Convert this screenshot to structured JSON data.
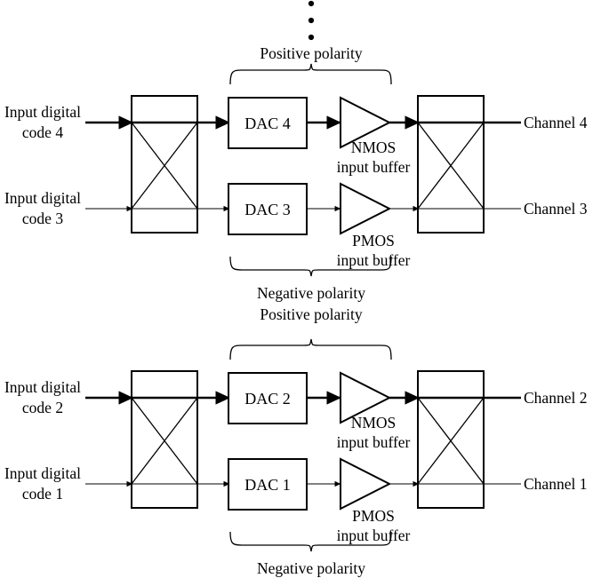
{
  "figure": {
    "title": "Multi-channel DAC output buffer polarity-swap block diagram",
    "type": "block-diagram",
    "background_color": "#ffffff",
    "line_color": "#000000"
  },
  "ellipsis": {
    "label": "vertical-ellipsis",
    "dot_count": 3
  },
  "blocks": {
    "upper": {
      "inputs": [
        {
          "line1": "Input digital",
          "line2": "code 4"
        },
        {
          "line1": "Input digital",
          "line2": "code 3"
        }
      ],
      "dacs": [
        {
          "label": "DAC 4"
        },
        {
          "label": "DAC 3"
        }
      ],
      "buffers": [
        {
          "line1": "NMOS",
          "line2": "input buffer"
        },
        {
          "line1": "PMOS",
          "line2": "input buffer"
        }
      ],
      "outputs": [
        {
          "label": "Channel 4"
        },
        {
          "label": "Channel 3"
        }
      ],
      "brace_top_label": "Positive polarity",
      "brace_bottom_label": "Negative polarity"
    },
    "lower": {
      "inputs": [
        {
          "line1": "Input digital",
          "line2": "code 2"
        },
        {
          "line1": "Input digital",
          "line2": "code 1"
        }
      ],
      "dacs": [
        {
          "label": "DAC 2"
        },
        {
          "label": "DAC 1"
        }
      ],
      "buffers": [
        {
          "line1": "NMOS",
          "line2": "input buffer"
        },
        {
          "line1": "PMOS",
          "line2": "input buffer"
        }
      ],
      "outputs": [
        {
          "label": "Channel 2"
        },
        {
          "label": "Channel 1"
        }
      ],
      "brace_top_label": "Positive polarity",
      "brace_bottom_label": "Negative polarity"
    }
  }
}
